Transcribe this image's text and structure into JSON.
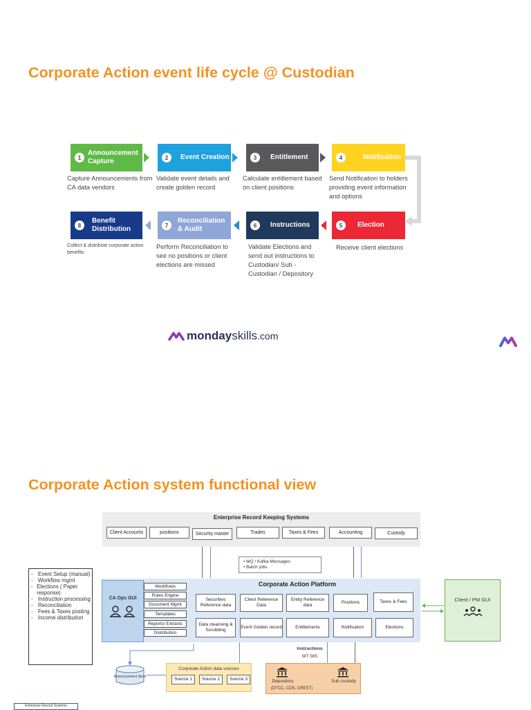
{
  "page1": {
    "title": "Corporate Action event life cycle  @ Custodian",
    "steps": [
      {
        "num": "1",
        "label": "Announcement Capture",
        "color": "#5fb946",
        "desc": "Capture Announcements from CA data vendors"
      },
      {
        "num": "2",
        "label": "Event Creation",
        "color": "#1ea1dc",
        "desc": "Validate event details and create golden record"
      },
      {
        "num": "3",
        "label": "Entitlement",
        "color": "#59595b",
        "desc": "Calculate entitlement based on client positions"
      },
      {
        "num": "4",
        "label": "Notification",
        "color": "#ffd320",
        "desc": "Send Notification to holders providing event information and options"
      },
      {
        "num": "5",
        "label": "Election",
        "color": "#ec2836",
        "desc": "Receive client elections"
      },
      {
        "num": "6",
        "label": "Instructions",
        "color": "#1f3a5a",
        "desc": "Validate Elections and send out instructions to Custodian/ Sub - Custodian / Depository"
      },
      {
        "num": "7",
        "label": "Reconciliation & Audit",
        "color": "#8fa7d8",
        "desc": "Perform Reconciliation to see no positions or client elections are missed"
      },
      {
        "num": "8",
        "label": "Benefit Distribution",
        "color": "#173a8a",
        "desc": "Collect & distribute corporate action benefits"
      }
    ],
    "logo": {
      "brand": "monday",
      "suffix": "skills",
      "tld": ".com"
    }
  },
  "page2": {
    "title": "Corporate Action system functional view",
    "erks": {
      "title": "Enterprise Record Keeping Systems",
      "items": [
        "Client Accounts",
        "positions",
        "Security master",
        "Trades",
        "Taxes & Fees",
        "Accounting",
        "Custody"
      ]
    },
    "messages": [
      "MQ / Kafka Messages",
      "Batch jobs"
    ],
    "left_list": [
      "Event Setup (manual)",
      "Workflow mgmt",
      "Elections ( Paper response)",
      "Instruction processing",
      "Reconciliation",
      "Fees & Taxes posting",
      "Income distribution"
    ],
    "ca_ops": "CA Ops GUI",
    "platform": {
      "title": "Corporate Action Platform",
      "workflow_items": [
        "Workflows",
        "Rules Engine",
        "Document Mgmt",
        "Templates",
        "Reports/ Extracts",
        "Distribution"
      ],
      "row1": [
        "Securities Reference data",
        "Client Reference Data",
        "Entity Reference data",
        "Positions",
        "Taxes & Fees"
      ],
      "row2": [
        "Data cleansing & Scrubbing",
        "Event Golden record",
        "Entitlements",
        "Notification",
        "Elections"
      ]
    },
    "client_gui": "Client / PM GUI",
    "instructions": {
      "label": "Instructions",
      "sub": "MT 565"
    },
    "announcement_store": "Announcement Store",
    "sources": {
      "title": "Corporate Action data sources",
      "items": [
        "Source 1",
        "Source 2",
        "Source 3"
      ]
    },
    "depository": {
      "label": "Depository",
      "sub": "(DTCC, CDS, CREST)",
      "custody": "Sub custody"
    },
    "bottom_caption": "Enterprise Record Systems",
    "colors": {
      "accent_orange": "#f39221",
      "platform_bg": "#dce8f5",
      "erks_bg": "#ececec",
      "sources_bg": "#fce9b4",
      "depository_bg": "#f7cfa7",
      "client_bg": "#dff0d8",
      "ops_bg": "#bcd4ee"
    }
  }
}
